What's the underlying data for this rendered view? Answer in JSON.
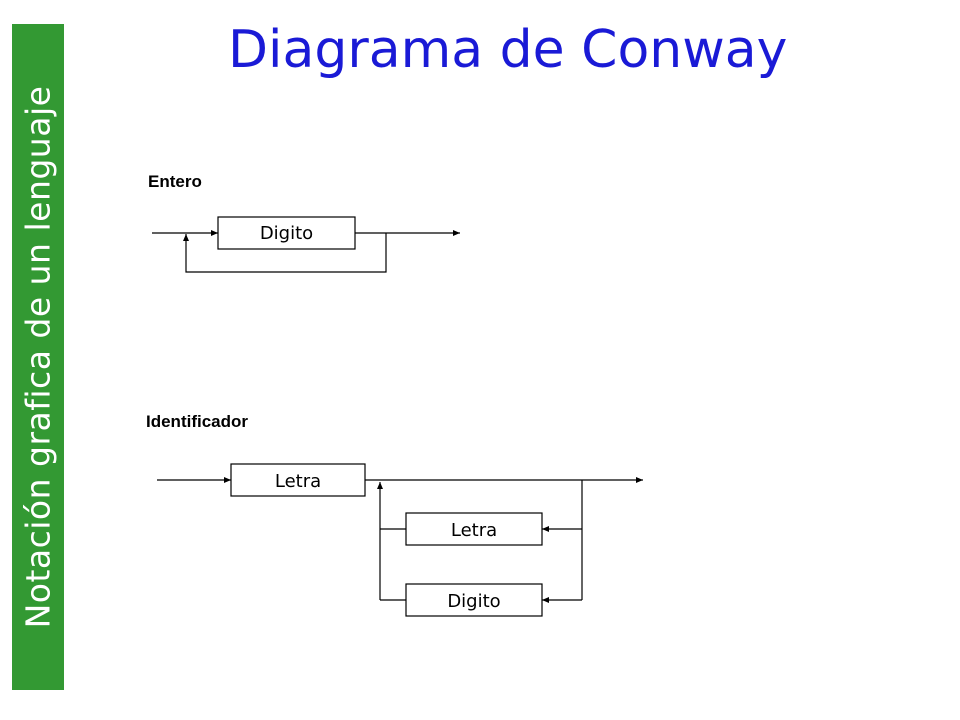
{
  "side_banner": {
    "text": "Notación grafica de un lenguaje"
  },
  "title": "Diagrama de Conway",
  "diagrams": {
    "entero": {
      "label": "Entero",
      "box": "Digito"
    },
    "identificador": {
      "label": "Identificador",
      "box_main": "Letra",
      "box_loop_1": "Letra",
      "box_loop_2": "Digito"
    }
  },
  "colors": {
    "side_band": "#339933",
    "title": "#1a1ad6",
    "line": "#000000"
  }
}
